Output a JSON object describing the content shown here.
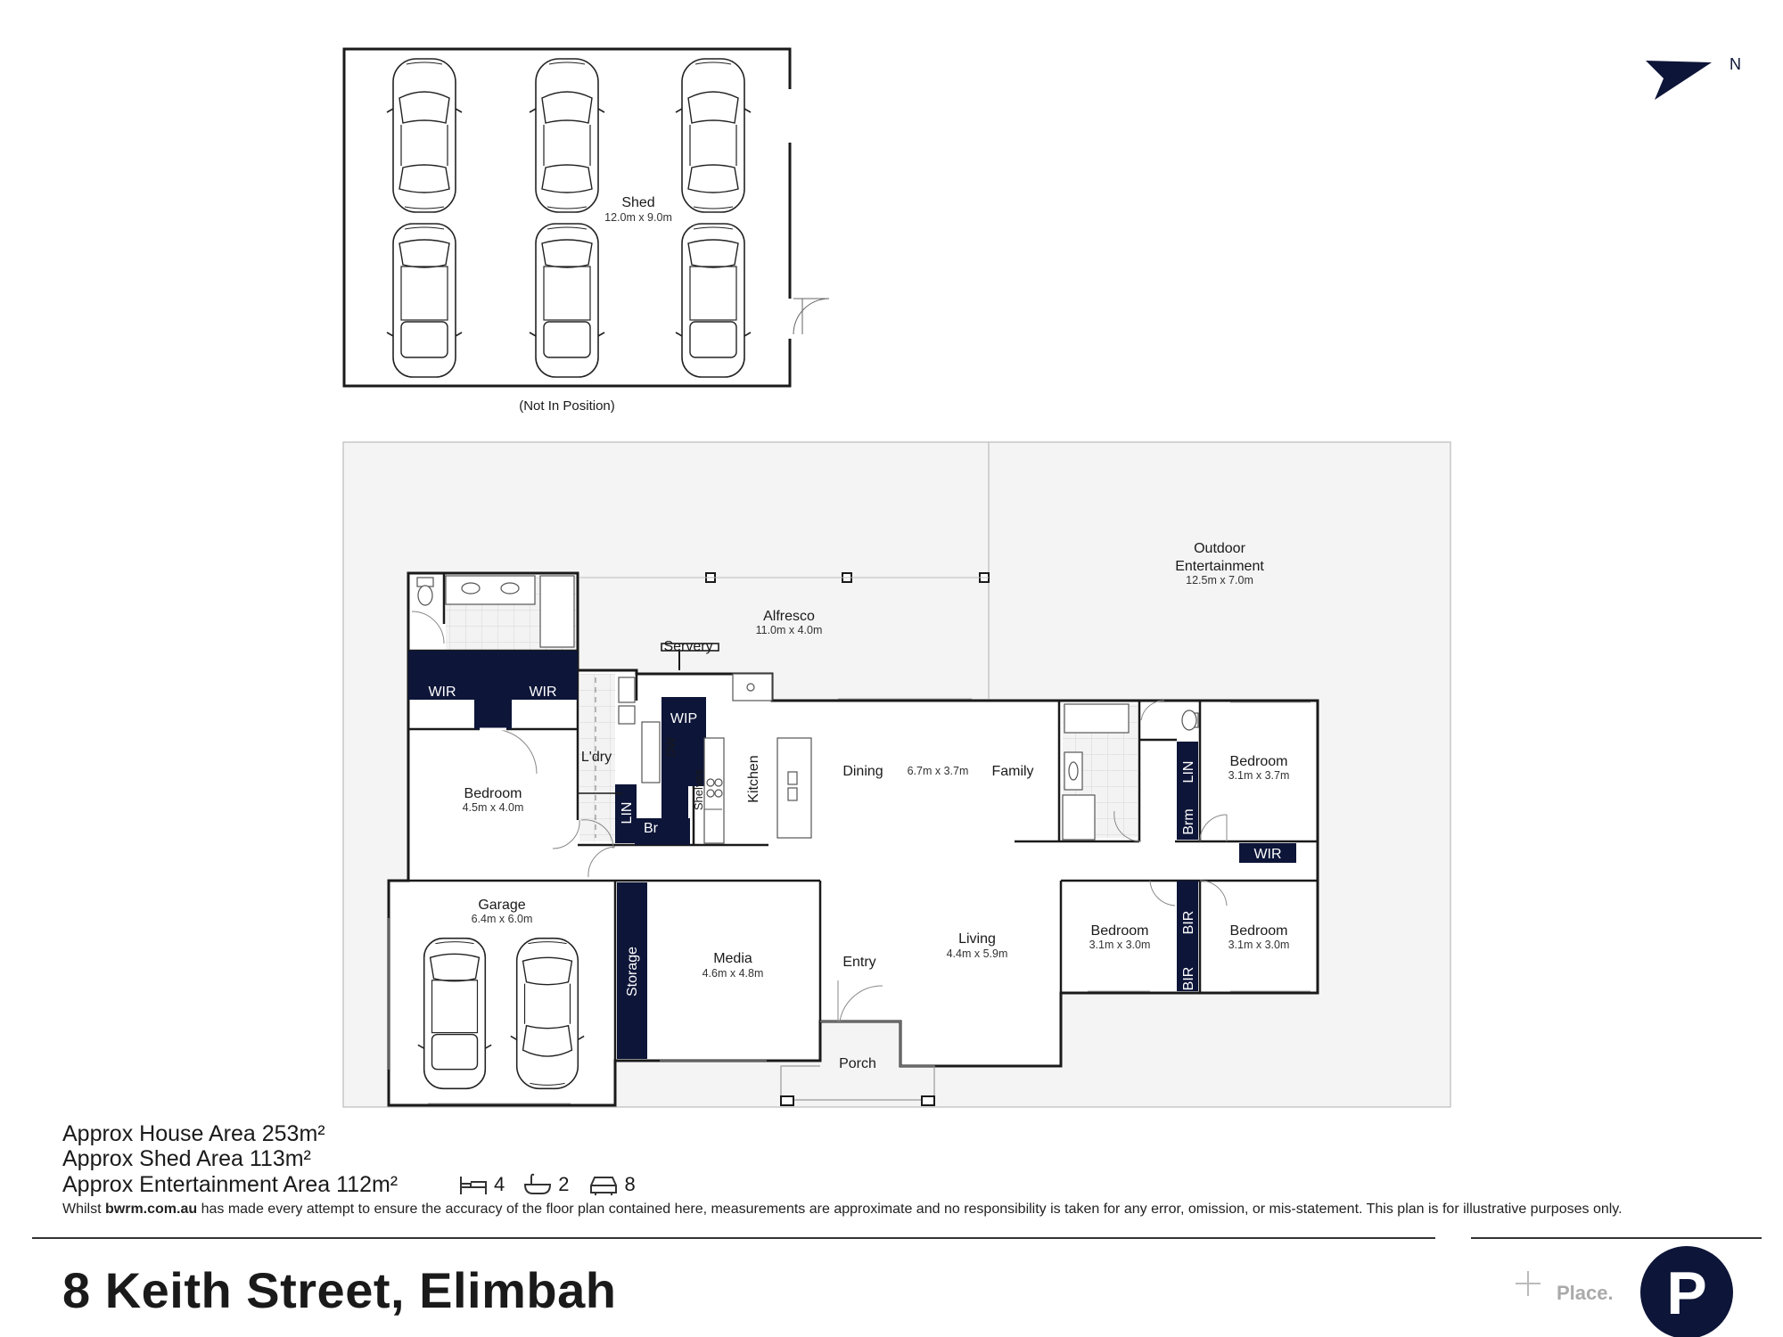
{
  "rooms": {
    "shed": {
      "name": "Shed",
      "dim": "12.0m x 9.0m"
    },
    "not_in_position": "(Not In Position)",
    "outdoor": {
      "name_line1": "Outdoor",
      "name_line2": "Entertainment",
      "dim": "12.5m x 7.0m"
    },
    "alfresco": {
      "name": "Alfresco",
      "dim": "11.0m x 4.0m"
    },
    "servery": "Servery",
    "wir_left": "WIR",
    "wir_right": "WIR",
    "wip": "WIP",
    "ldry": "L'dry",
    "dw": "DW",
    "shelves": "Shelves",
    "kitchen": "Kitchen",
    "lin_left": "LIN",
    "br": "Br",
    "dining": "Dining",
    "dining_dim": "6.7m x 3.7m",
    "family": "Family",
    "bedroom_main": {
      "name": "Bedroom",
      "dim": "4.5m x 4.0m"
    },
    "lin_right": "LIN",
    "brm": "Brm",
    "bedroom_ne": {
      "name": "Bedroom",
      "dim": "3.1m x 3.7m"
    },
    "wir_east": "WIR",
    "garage": {
      "name": "Garage",
      "dim": "6.4m x 6.0m"
    },
    "storage": "Storage",
    "media": {
      "name": "Media",
      "dim": "4.6m x 4.8m"
    },
    "entry": "Entry",
    "living": {
      "name": "Living",
      "dim": "4.4m x 5.9m"
    },
    "bir_top": "BIR",
    "bir_bottom": "BIR",
    "bedroom_se1": {
      "name": "Bedroom",
      "dim": "3.1m x 3.0m"
    },
    "bedroom_se2": {
      "name": "Bedroom",
      "dim": "3.1m x 3.0m"
    },
    "porch": "Porch"
  },
  "areas": {
    "house": "Approx House Area 253m²",
    "shed": "Approx Shed Area 113m²",
    "entertainment": "Approx Entertainment Area 112m²"
  },
  "features": {
    "beds": "4",
    "baths": "2",
    "cars": "8"
  },
  "disclaimer": {
    "prefix": "Whilst ",
    "site": "bwrm.com.au",
    "suffix": " has made every attempt to ensure the accuracy of the floor plan contained here, measurements are approximate and no responsibility is taken for any error, omission, or mis-statement. This plan is for illustrative purposes only."
  },
  "address": "8 Keith Street, Elimbah",
  "compass": {
    "label": "N"
  },
  "watermark": {
    "text": "Place.",
    "logo_letter": "P"
  },
  "colors": {
    "wall": "#1a1a1a",
    "dark_fill": "#0d1538",
    "yard": "#f4f4f4",
    "tile": "#eeeeee"
  }
}
